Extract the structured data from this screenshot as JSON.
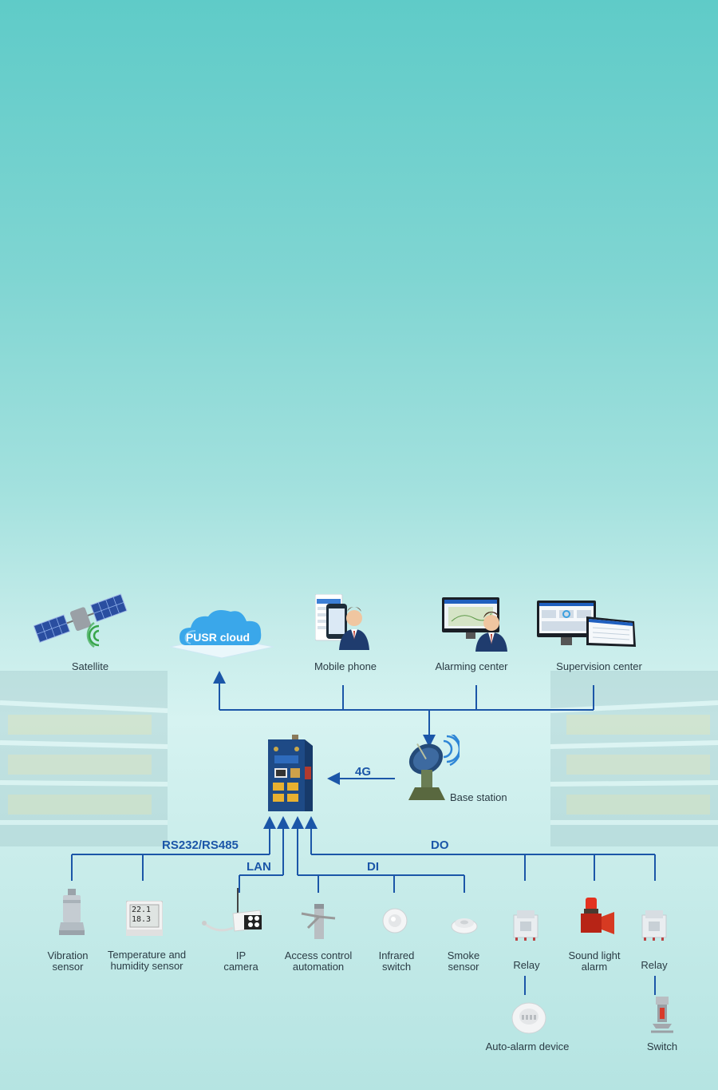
{
  "cloud": {
    "label": "PUSR cloud"
  },
  "top_nodes": {
    "satellite": "Satellite",
    "mobile": "Mobile phone",
    "alarming": "Alarming center",
    "supervision": "Supervision center"
  },
  "base_station": "Base station",
  "links": {
    "cellular": "4G",
    "serial": "RS232/RS485",
    "lan": "LAN",
    "di": "DI",
    "do": "DO"
  },
  "devices": {
    "vibration": [
      "Vibration",
      "sensor"
    ],
    "temp_humidity": [
      "Temperature and",
      "humidity sensor"
    ],
    "ip_camera": [
      "IP",
      "camera"
    ],
    "access_control": [
      "Access control",
      "automation"
    ],
    "infrared": [
      "Infrared",
      "switch"
    ],
    "smoke": [
      "Smoke",
      "sensor"
    ],
    "relay1": "Relay",
    "sound_light": [
      "Sound light",
      "alarm"
    ],
    "relay2": "Relay"
  },
  "sub_devices": {
    "auto_alarm": "Auto-alarm device",
    "switch": "Switch"
  },
  "display_values": {
    "thermometer_temp": "22.1",
    "thermometer_hum": "18.3"
  },
  "colors": {
    "line": "#1b56a8",
    "label": "#2a3b44",
    "cloud": "#3aa7ea"
  }
}
